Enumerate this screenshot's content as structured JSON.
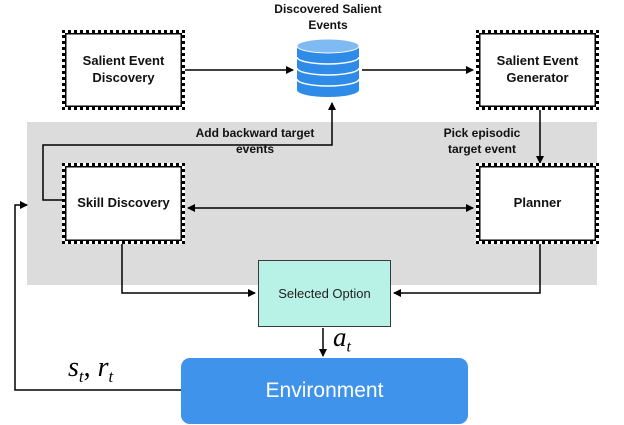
{
  "diagram": {
    "nodes": {
      "salient_event_discovery": "Salient Event Discovery",
      "salient_event_generator": "Salient Event Generator",
      "skill_discovery": "Skill Discovery",
      "planner": "Planner",
      "selected_option": "Selected Option",
      "environment": "Environment"
    },
    "database_label": "Discovered Salient Events",
    "edge_labels": {
      "add_backward": "Add backward target events",
      "pick_episodic": "Pick episodic target event",
      "action": {
        "base": "a",
        "sub": "t"
      },
      "state_reward": {
        "s": "s",
        "s_sub": "t",
        "sep": ", ",
        "r": "r",
        "r_sub": "t"
      }
    },
    "colors": {
      "option_fill": "#b8f1e6",
      "environment_fill": "#3f93ea",
      "database_fill": "#2f8be8",
      "band_fill": "#dcdcdc"
    }
  }
}
